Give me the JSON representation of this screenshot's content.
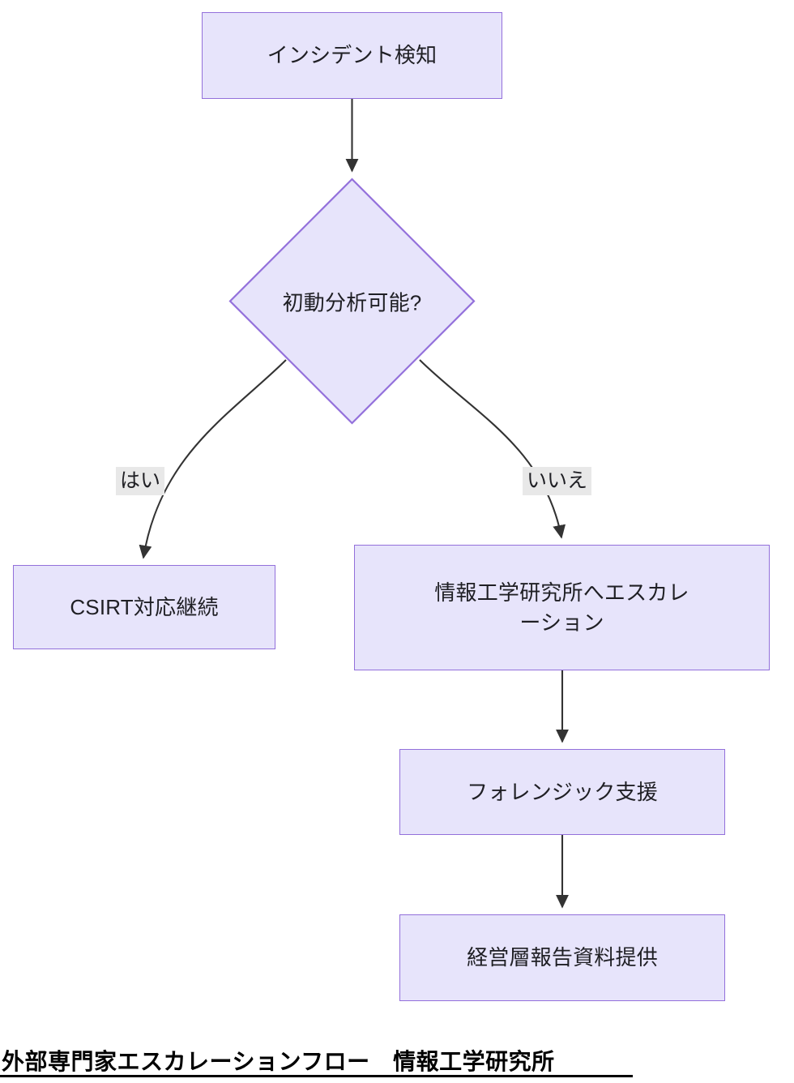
{
  "diagram": {
    "type": "flowchart",
    "direction": "top-to-bottom",
    "caption": "外部専門家エスカレーションフロー　情報工学研究所",
    "colors": {
      "node_fill": "#e7e4fb",
      "node_border": "#9370db",
      "node_text": "#1f1f24",
      "edge_stroke": "#333333",
      "edge_label_bg": "#e8e8e8",
      "background": "#ffffff",
      "caption_text": "#000000"
    },
    "nodes": [
      {
        "id": "incident-detection",
        "shape": "rectangle",
        "label": "インシデント検知"
      },
      {
        "id": "initial-analysis-possible",
        "shape": "diamond",
        "label": "初動分析可能?"
      },
      {
        "id": "csirt-continue",
        "shape": "rectangle",
        "label": "CSIRT対応継続"
      },
      {
        "id": "escalate-to-institute",
        "shape": "rectangle",
        "label": "情報工学研究所へエスカレ\nーション"
      },
      {
        "id": "forensic-support",
        "shape": "rectangle",
        "label": "フォレンジック支援"
      },
      {
        "id": "executive-report",
        "shape": "rectangle",
        "label": "経営層報告資料提供"
      }
    ],
    "edges": [
      {
        "from": "incident-detection",
        "to": "initial-analysis-possible",
        "label": ""
      },
      {
        "from": "initial-analysis-possible",
        "to": "csirt-continue",
        "label": "はい"
      },
      {
        "from": "initial-analysis-possible",
        "to": "escalate-to-institute",
        "label": "いいえ"
      },
      {
        "from": "escalate-to-institute",
        "to": "forensic-support",
        "label": ""
      },
      {
        "from": "forensic-support",
        "to": "executive-report",
        "label": ""
      }
    ]
  }
}
